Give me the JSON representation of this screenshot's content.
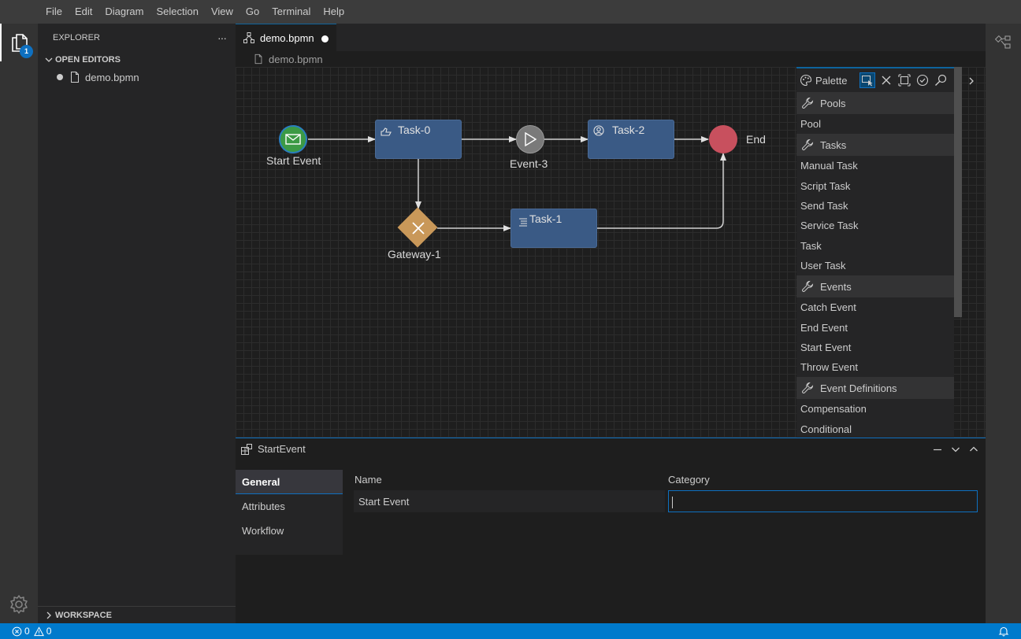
{
  "menu": [
    "File",
    "Edit",
    "Diagram",
    "Selection",
    "View",
    "Go",
    "Terminal",
    "Help"
  ],
  "activity": {
    "explorer_badge": "1"
  },
  "sidebar": {
    "title": "EXPLORER",
    "more": "···",
    "open_editors": "OPEN EDITORS",
    "open_file": "demo.bpmn",
    "workspace": "WORKSPACE"
  },
  "tab": {
    "label": "demo.bpmn"
  },
  "breadcrumb": "demo.bpmn",
  "diagram": {
    "start_event": "Start Event",
    "task0": "Task-0",
    "event3": "Event-3",
    "task2": "Task-2",
    "end": "End",
    "gateway1": "Gateway-1",
    "task1": "Task-1",
    "colors": {
      "task": "#3a5a85",
      "start": "#3c9a45",
      "gateway": "#c99859",
      "end": "#c8505e",
      "intermediate": "#7a7a7a"
    }
  },
  "palette": {
    "title": "Palette",
    "groups": [
      {
        "label": "Pools",
        "items": [
          "Pool"
        ]
      },
      {
        "label": "Tasks",
        "items": [
          "Manual Task",
          "Script Task",
          "Send Task",
          "Service Task",
          "Task",
          "User Task"
        ]
      },
      {
        "label": "Events",
        "items": [
          "Catch Event",
          "End Event",
          "Start Event",
          "Throw Event"
        ]
      },
      {
        "label": "Event Definitions",
        "items": [
          "Compensation",
          "Conditional"
        ]
      }
    ]
  },
  "properties": {
    "title": "StartEvent",
    "tabs": [
      "General",
      "Attributes",
      "Workflow"
    ],
    "name_label": "Name",
    "name_value": "Start Event",
    "category_label": "Category",
    "category_value": ""
  },
  "status": {
    "errors": "0",
    "warnings": "0"
  }
}
